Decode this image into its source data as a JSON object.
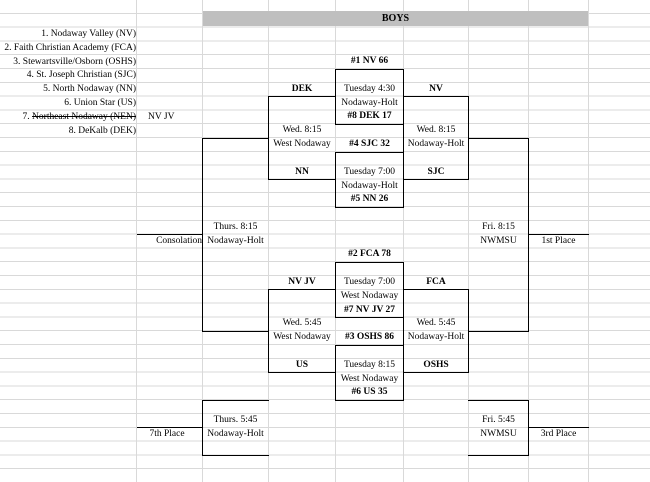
{
  "title": "BOYS",
  "seeds": [
    {
      "label": "1. Nodaway Valley (NV)"
    },
    {
      "label": "2. Faith Christian Academy (FCA)"
    },
    {
      "label": "3. Stewartsville/Osborn (OSHS)"
    },
    {
      "label": "4. St. Joseph Christian (SJC)"
    },
    {
      "label": "5. North Nodaway (NN)"
    },
    {
      "label": "6. Union Star (US)"
    },
    {
      "label_prefix": "7. ",
      "label_struck": "Northeast Nodaway (NEN)",
      "extra": "NV JV"
    },
    {
      "label": "8. DeKalb (DEK)"
    }
  ],
  "bracket": {
    "top": {
      "game1": {
        "seed_high": "#1 NV 66",
        "day": "Tuesday 4:30",
        "site": "Nodaway-Holt",
        "seed_low": "#8 DEK 17"
      },
      "game2": {
        "seed_high": "#4 SJC 32",
        "day": "Tuesday 7:00",
        "site": "Nodaway-Holt",
        "seed_low": "#5 NN 26"
      },
      "left_semi": {
        "team_top": "DEK",
        "day": "Wed. 8:15",
        "site": "West Nodaway",
        "team_bottom": "NN"
      },
      "right_semi": {
        "team_top": "NV",
        "day": "Wed. 8:15",
        "site": "Nodaway-Holt",
        "team_bottom": "SJC"
      }
    },
    "bottom": {
      "game1": {
        "seed_high": "#2 FCA 78",
        "day": "Tuesday 7:00",
        "site": "West Nodaway",
        "seed_low": "#7 NV JV 27"
      },
      "game2": {
        "seed_high": "#3 OSHS 86",
        "day": "Tuesday 8:15",
        "site": "West Nodaway",
        "seed_low": "#6 US 35"
      },
      "left_semi": {
        "team_top": "NV JV",
        "day": "Wed. 5:45",
        "site": "West Nodaway",
        "team_bottom": "US"
      },
      "right_semi": {
        "team_top": "FCA",
        "day": "Wed. 5:45",
        "site": "Nodaway-Holt",
        "team_bottom": "OSHS"
      }
    },
    "consolation": {
      "label": "Consolation",
      "day": "Thurs. 8:15",
      "site": "Nodaway-Holt"
    },
    "first_place": {
      "label": "1st Place",
      "day": "Fri. 8:15",
      "site": "NWMSU"
    },
    "seventh_place": {
      "label": "7th Place",
      "day": "Thurs. 5:45",
      "site": "Nodaway-Holt"
    },
    "third_place": {
      "label": "3rd Place",
      "day": "Fri. 5:45",
      "site": "NWMSU"
    }
  }
}
